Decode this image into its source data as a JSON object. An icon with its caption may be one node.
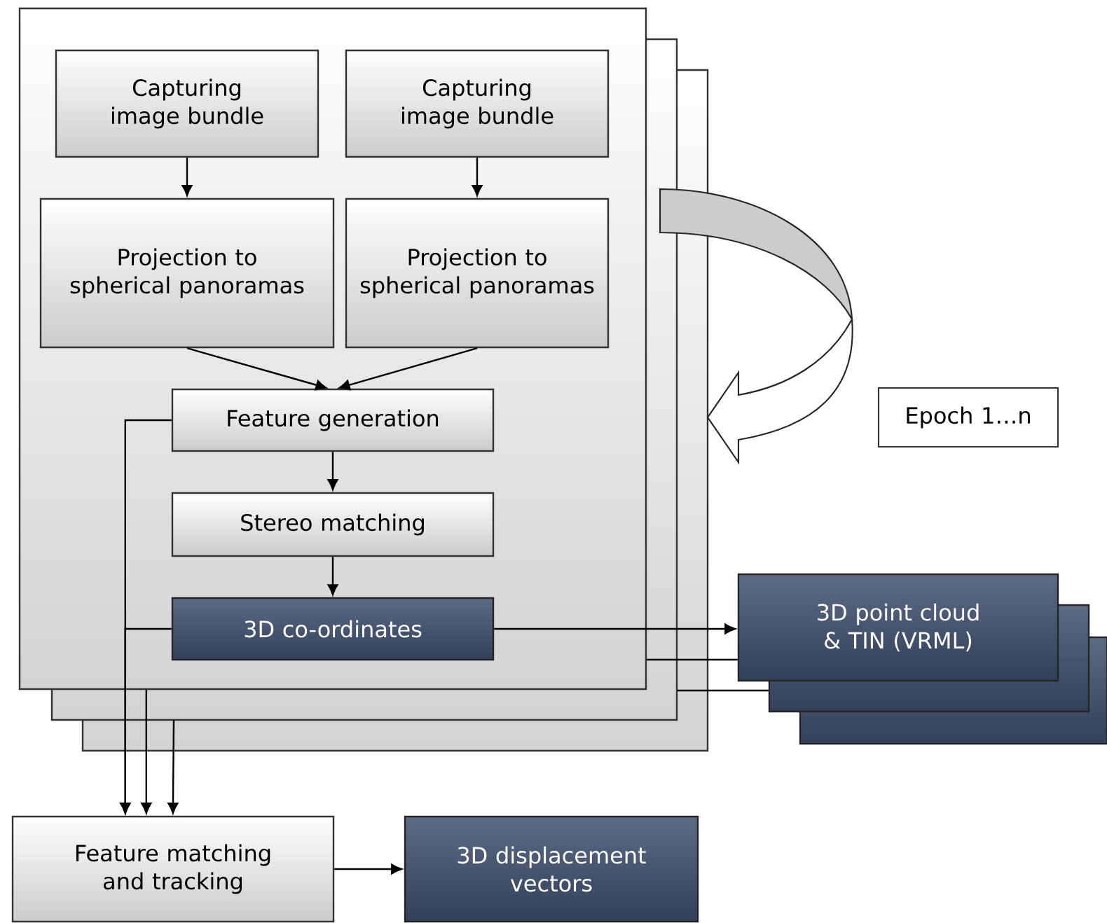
{
  "diagram": {
    "nodes": [
      {
        "text": [],
        "shape": "box"
      },
      {
        "text": [
          "Capturing image bundle"
        ],
        "in": 0
      },
      {
        "text": [
          "Capturing image bundle"
        ],
        "in": 0
      },
      {
        "text": [
          "Projection to spherical panoramas"
        ],
        "in": 0
      },
      {
        "text": [
          "Projection to spherical panoramas"
        ],
        "in": 0
      },
      {
        "text": [
          "Feature generation"
        ],
        "in": 0
      },
      {
        "text": [
          "Stereo matching"
        ],
        "in": 0
      },
      {
        "text": [
          "3D co-ordinates"
        ],
        "in": 0
      },
      {
        "text": [
          "3D point cloud & TIN (VRML)"
        ]
      },
      {
        "text": [],
        "shape": "box"
      },
      {
        "text": [],
        "shape": "box"
      },
      {
        "text": [
          "Feature matching and tracking"
        ]
      },
      {
        "text": [
          "3D displacement vectors"
        ]
      },
      {
        "text": [
          "Epoch 1…n"
        ]
      }
    ],
    "edges": [
      {
        "from": 1,
        "to": 3,
        "arrow": "to"
      },
      {
        "from": 2,
        "to": 4,
        "arrow": "to"
      },
      {
        "from": 3,
        "to": 5,
        "arrow": "to"
      },
      {
        "from": 4,
        "to": 5,
        "arrow": "to"
      },
      {
        "from": 5,
        "to": 6,
        "arrow": "to"
      },
      {
        "from": 6,
        "to": 7,
        "arrow": "to"
      },
      {
        "from": 7,
        "to": 8,
        "arrow": "to"
      },
      {
        "from": 5,
        "to": 11,
        "arrow": "to"
      },
      {
        "from": 7,
        "to": 11,
        "arrow": "to"
      },
      {
        "from": 0,
        "to": 11,
        "arrow": "to"
      },
      {
        "from": null,
        "to": 11,
        "arrow": "to"
      },
      {
        "from": 0,
        "to": 8,
        "arrow": "none"
      },
      {
        "from": null,
        "to": 9,
        "arrow": "none"
      },
      {
        "from": 11,
        "to": 12,
        "arrow": "to"
      }
    ]
  }
}
